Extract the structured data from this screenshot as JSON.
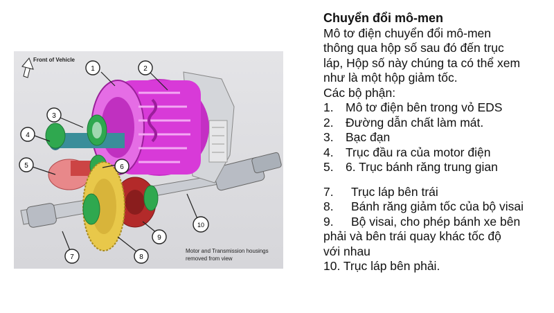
{
  "figure": {
    "front_label": "Front of Vehicle",
    "caption_line1": "Motor and Transmission housings",
    "caption_line2": "removed from view",
    "callouts": [
      "1",
      "2",
      "3",
      "4",
      "5",
      "6",
      "7",
      "8",
      "9",
      "10"
    ],
    "colors": {
      "motor": "#d83ad8",
      "gear": "#e8c84a",
      "bearing": "#2fa84f",
      "shaft": "#c9ccd2",
      "red_part": "#b32a2a",
      "pink_part": "#e8888a"
    }
  },
  "text": {
    "heading": "Chuyển đổi mô-men",
    "para": [
      "Mô tơ điện chuyển đổi mô-men",
      "thông qua hộp số sau đó đến trục",
      "láp, Hộp số này chúng ta có thể xem",
      "như là một hộp giảm tốc."
    ],
    "parts_title": "Các bộ phận:",
    "list1": [
      {
        "num": "1.",
        "text": "Mô tơ điện bên trong vỏ EDS"
      },
      {
        "num": "2.",
        "text": "Đường dẫn chất làm mát."
      },
      {
        "num": "3.",
        "text": "Bạc đạn"
      },
      {
        "num": "4.",
        "text": "Trục đầu ra của motor điện"
      },
      {
        "num": "5.",
        "text": "6.   Trục bánh răng trung gian"
      }
    ],
    "list2": [
      {
        "num": "7.",
        "text": "Trục láp bên trái"
      },
      {
        "num": "8.",
        "text": "Bánh răng giảm tốc của bộ visai"
      },
      {
        "num": "9.",
        "text": "Bộ visai, cho phép bánh xe bên"
      }
    ],
    "wrap_lines": [
      "phải và bên trái quay khác tốc độ",
      "với nhau"
    ],
    "item10": "10.  Trục láp bên phải."
  }
}
